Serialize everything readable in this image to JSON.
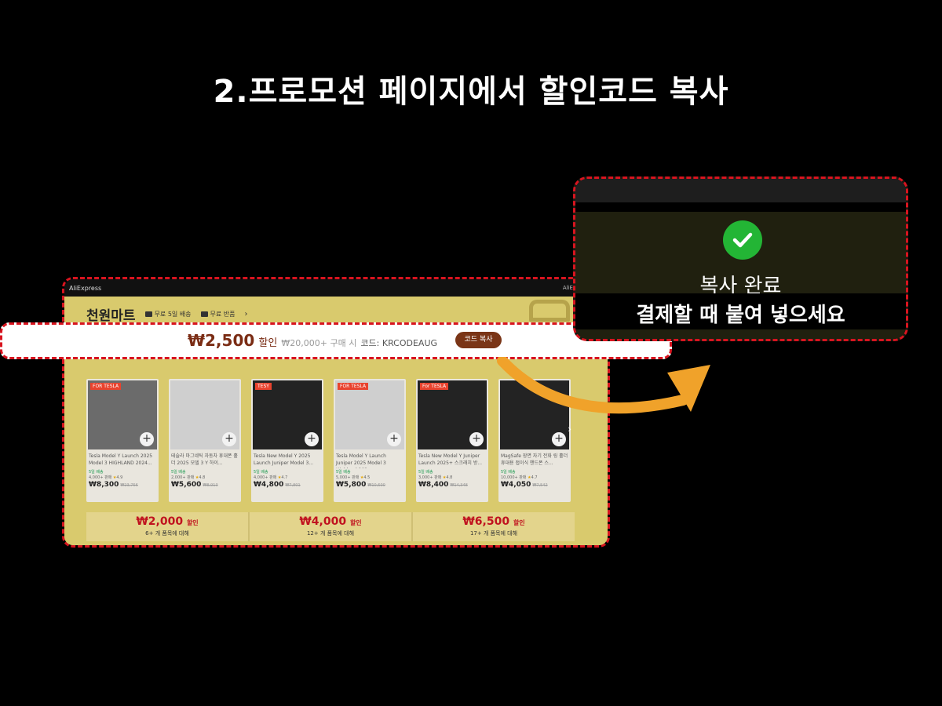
{
  "title": "2.프로모션 페이지에서 할인코드 복사",
  "screenshot": {
    "topbar_left": "AliExpress",
    "topbar_right": "AliExpress 앱을",
    "store_name": "천원마트",
    "tags": [
      "무료 5일 배송",
      "무료 반품"
    ],
    "products": [
      {
        "title": "Tesla Model Y Launch 2025 Model 3 HIGHLAND 2024...",
        "ship": "5일 배송",
        "sold": "4,000+ 판매",
        "rating": "4.9",
        "price": "₩8,300",
        "old": "₩23,756",
        "badge": "FOR TESLA"
      },
      {
        "title": "테슬라 마그네틱 자동차 휴대폰 홀더 2025 모델 3 Y 하이...",
        "ship": "5일 배송",
        "sold": "2,000+ 판매",
        "rating": "4.8",
        "price": "₩5,600",
        "old": "₩8,913",
        "badge": ""
      },
      {
        "title": "Tesla New Model Y 2025 Launch Juniper Model 3...",
        "ship": "5일 배송",
        "sold": "4,000+ 판매",
        "rating": "4.7",
        "price": "₩4,800",
        "old": "₩7,801",
        "badge": "TESY"
      },
      {
        "title": "Tesla Model Y Launch Juniper 2025 Model 3 Highland 202...",
        "ship": "5일 배송",
        "sold": "5,000+ 판매",
        "rating": "4.5",
        "price": "₩5,800",
        "old": "₩10,600",
        "badge": "FOR TESLA"
      },
      {
        "title": "Tesla New Model Y Juniper Launch 2025+ 스크래치 방...",
        "ship": "5일 배송",
        "sold": "3,000+ 판매",
        "rating": "4.8",
        "price": "₩8,400",
        "old": "₩14,348",
        "badge": "For TESLA"
      },
      {
        "title": "MagSafe 장면 자기 전화 링 홀더 휴대용 접이식 핸드폰 스...",
        "ship": "5일 배송",
        "sold": "10,000+ 판매",
        "rating": "4.7",
        "price": "₩4,050",
        "old": "₩7,542",
        "badge": ""
      }
    ],
    "tiers": [
      {
        "amount": "₩2,000",
        "word": "할인",
        "cond": "6+ 개 품목에 대해"
      },
      {
        "amount": "₩4,000",
        "word": "할인",
        "cond": "12+ 개 품목에 대해"
      },
      {
        "amount": "₩6,500",
        "word": "할인",
        "cond": "17+ 개 품목에 대해"
      }
    ]
  },
  "coupon": {
    "amount": "₩2,500",
    "word": "할인",
    "condition": "₩20,000+ 구매 시",
    "code_label": "코드: KRCODEAUG",
    "copy_button": "코드 복사"
  },
  "toast": {
    "title": "복사 완료",
    "subtitle": "결제할 때 붙여 넣으세요"
  },
  "colors": {
    "accent_red": "#d8141f",
    "arrow": "#f0a22a",
    "check_green": "#23b535"
  }
}
